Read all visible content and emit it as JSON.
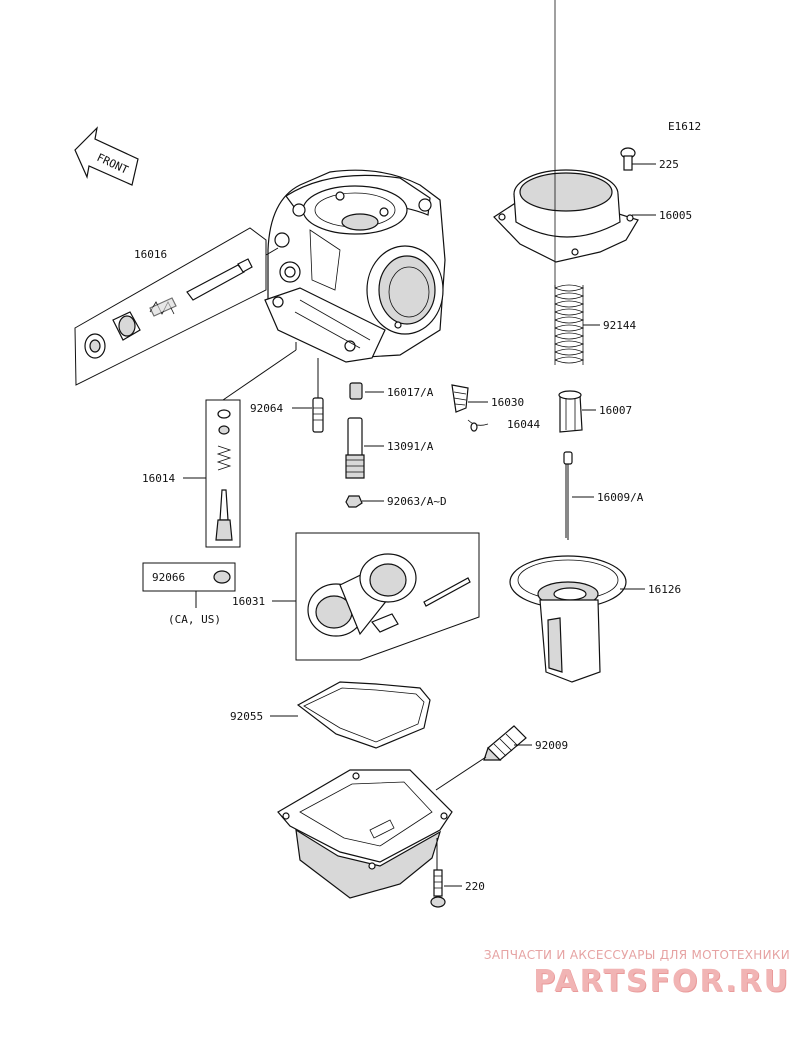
{
  "diagram_code": "E1612",
  "front_label": "FRONT",
  "parts": {
    "p225": "225",
    "p16005": "16005",
    "p16016": "16016",
    "p92144": "92144",
    "p16017": "16017/A",
    "p16030": "16030",
    "p92064": "92064",
    "p16007": "16007",
    "p16044": "16044",
    "p13091": "13091/A",
    "p16014": "16014",
    "p16009": "16009/A",
    "p92063": "92063/A~D",
    "p92066": "92066",
    "p16126": "16126",
    "p16031": "16031",
    "p92055": "92055",
    "p92009": "92009",
    "p220": "220"
  },
  "region_note": "(CA, US)",
  "watermark": {
    "tagline": "ЗАПЧАСТИ И АКСЕССУАРЫ ДЛЯ МОТОТЕХНИКИ",
    "logo": "PARTSFOR.RU"
  }
}
